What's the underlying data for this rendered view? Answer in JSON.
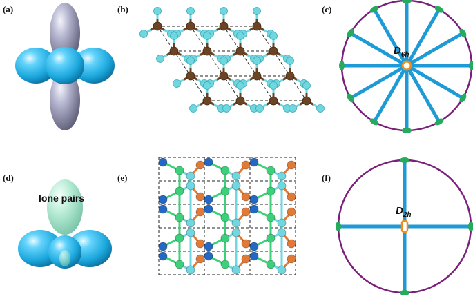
{
  "panels": {
    "a": "(a)",
    "b": "(b)",
    "c": "(c)",
    "d": "(d)",
    "e": "(e)",
    "f": "(f)"
  },
  "annotations": {
    "lone_pairs": "lone pairs",
    "symmetry_c_main": "D",
    "symmetry_c_sub": "6h",
    "symmetry_f_main": "D",
    "symmetry_f_sub": "2h"
  },
  "colors": {
    "cyan_lobe": "#29b6e8",
    "grey_lobe": "#a7a7c4",
    "mint_lobe": "#a8e8cf",
    "circle": "#7a1f7a",
    "axis": "#1e9ad6",
    "marker": "#27a95e",
    "center": "#f08c1a",
    "brown_atom": "#6b4426",
    "light_cyan_atom": "#6fd7e0",
    "blue_atom": "#2268c4",
    "green_atom": "#3cd07a",
    "orange_atom": "#e07a36"
  }
}
